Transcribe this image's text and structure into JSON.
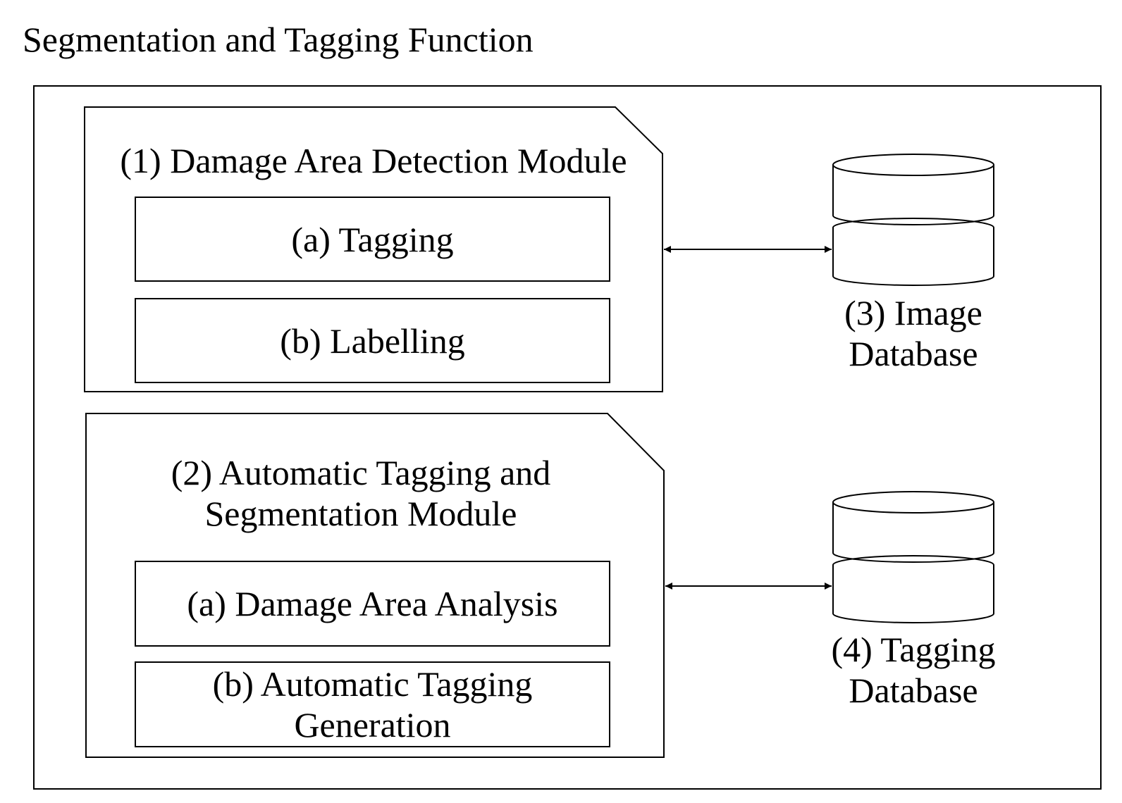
{
  "title": "Segmentation and Tagging Function",
  "modules": [
    {
      "title_lines": [
        "(1) Damage Area Detection Module"
      ],
      "items": [
        {
          "lines": [
            "(a) Tagging"
          ]
        },
        {
          "lines": [
            "(b) Labelling"
          ]
        }
      ]
    },
    {
      "title_lines": [
        "(2) Automatic Tagging and",
        "Segmentation Module"
      ],
      "items": [
        {
          "lines": [
            "(a) Damage Area Analysis"
          ]
        },
        {
          "lines": [
            "(b) Automatic Tagging",
            "Generation"
          ]
        }
      ]
    }
  ],
  "databases": [
    {
      "label_lines": [
        "(3) Image",
        "Database"
      ]
    },
    {
      "label_lines": [
        "(4) Tagging",
        "Database"
      ]
    }
  ],
  "connections": [
    {
      "from": "(1) Damage Area Detection Module",
      "to": "(3) Image Database",
      "direction": "bidirectional"
    },
    {
      "from": "(2) Automatic Tagging and Segmentation Module",
      "to": "(4) Tagging Database",
      "direction": "bidirectional"
    }
  ]
}
